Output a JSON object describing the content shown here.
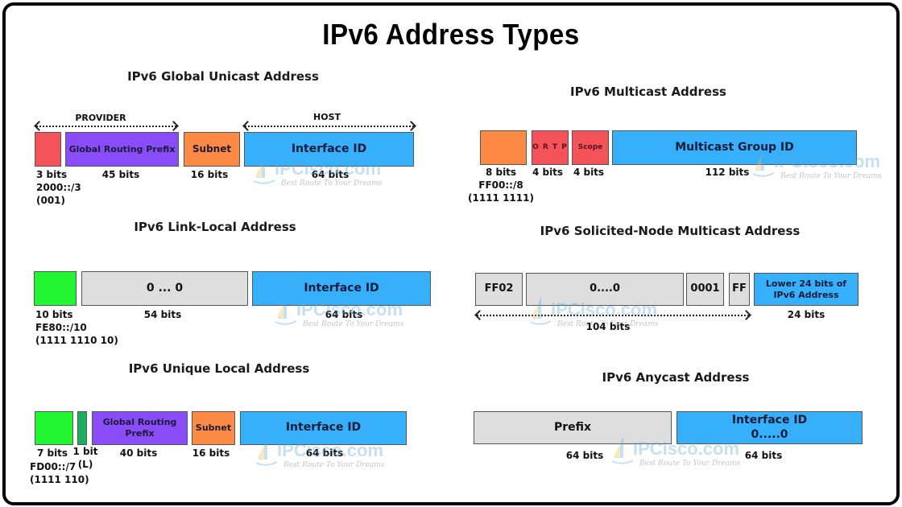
{
  "title": "IPv6 Address Types",
  "colors": {
    "red": "#f5535a",
    "purple": "#8a4cf7",
    "orange": "#fc8a45",
    "blue": "#36b0fb",
    "green": "#22f531",
    "dark_green": "#1ab060",
    "gray": "#dedede",
    "text_dark": "#1b1b3a"
  },
  "watermark": {
    "site": "IPCisco.com",
    "tagline": "Best Route To Your Dreams"
  },
  "sections": {
    "global_unicast": {
      "title": "IPv6 Global Unicast Address",
      "provider_label": "PROVIDER",
      "host_label": "HOST",
      "fields": [
        {
          "label": "",
          "bits": "3 bits",
          "note1": "2000::/3",
          "note2": "(001)"
        },
        {
          "label": "Global Routing Prefix",
          "bits": "45 bits"
        },
        {
          "label": "Subnet",
          "bits": "16 bits"
        },
        {
          "label": "Interface ID",
          "bits": "64 bits"
        }
      ]
    },
    "multicast": {
      "title": "IPv6 Multicast Address",
      "fields": [
        {
          "label": "",
          "bits": "8 bits",
          "note1": "FF00::/8",
          "note2": "(1111 1111)"
        },
        {
          "label": "O R T P",
          "bits": "4 bits"
        },
        {
          "label": "Scope",
          "bits": "4 bits"
        },
        {
          "label": "Multicast Group ID",
          "bits": "112 bits"
        }
      ]
    },
    "link_local": {
      "title": "IPv6 Link-Local Address",
      "fields": [
        {
          "label": "",
          "bits": "10 bits",
          "note1": "FE80::/10",
          "note2": "(1111 1110 10)"
        },
        {
          "label": "0 ... 0",
          "bits": "54 bits"
        },
        {
          "label": "Interface ID",
          "bits": "64 bits"
        }
      ]
    },
    "solicited_node": {
      "title": "IPv6 Solicited-Node Multicast Address",
      "span_bits": "104 bits",
      "fields": [
        {
          "label": "FF02"
        },
        {
          "label": "0....0"
        },
        {
          "label": "0001"
        },
        {
          "label": "FF"
        },
        {
          "label": "Lower 24 bits of IPv6 Address",
          "bits": "24 bits"
        }
      ]
    },
    "unique_local": {
      "title": "IPv6 Unique Local Address",
      "fields": [
        {
          "label": "",
          "bits": "7 bits",
          "note1": "FD00::/7",
          "note2": "(1111 110)"
        },
        {
          "label": "",
          "bits": "1 bit",
          "note1": "(L)"
        },
        {
          "label": "Global Routing Prefix",
          "bits": "40 bits"
        },
        {
          "label": "Subnet",
          "bits": "16 bits"
        },
        {
          "label": "Interface ID",
          "bits": "64 bits"
        }
      ]
    },
    "anycast": {
      "title": "IPv6 Anycast Address",
      "fields": [
        {
          "label": "Prefix",
          "bits": "64 bits"
        },
        {
          "label": "Interface ID",
          "sub": "0.....0",
          "bits": "64 bits"
        }
      ]
    }
  }
}
